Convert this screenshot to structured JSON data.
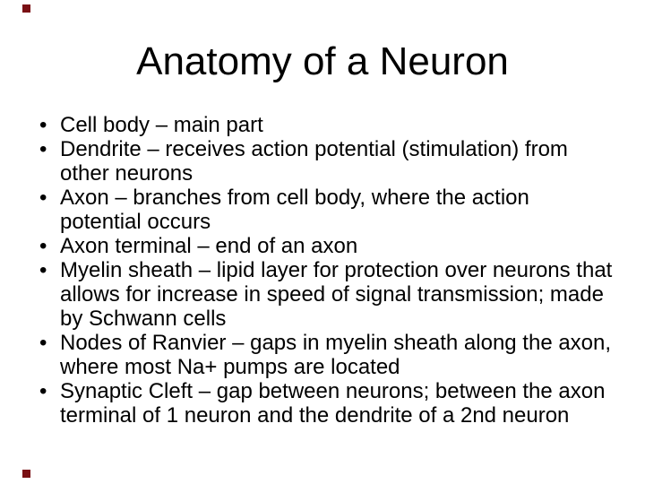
{
  "slide": {
    "title": "Anatomy of a Neuron",
    "bullet_char": "•",
    "text_color": "#000000",
    "background_color": "#ffffff",
    "corner_mark_color": "#7a1014",
    "bullets": [
      {
        "lines": [
          "Cell body – main part"
        ]
      },
      {
        "lines": [
          "Dendrite – receives action potential (stimulation) from",
          "other neurons"
        ]
      },
      {
        "lines": [
          "Axon – branches from cell body, where the action",
          "potential occurs"
        ]
      },
      {
        "lines": [
          "Axon terminal – end of an axon"
        ]
      },
      {
        "lines": [
          "Myelin sheath – lipid layer for protection over neurons that",
          "allows for increase in speed of signal transmission; made",
          "by Schwann cells"
        ]
      },
      {
        "lines": [
          "Nodes of Ranvier – gaps in myelin sheath along the axon,",
          "where most Na+ pumps are located"
        ]
      },
      {
        "lines": [
          "Synaptic Cleft – gap between neurons; between the axon",
          "terminal of 1 neuron and the dendrite of a 2nd neuron"
        ]
      }
    ]
  }
}
